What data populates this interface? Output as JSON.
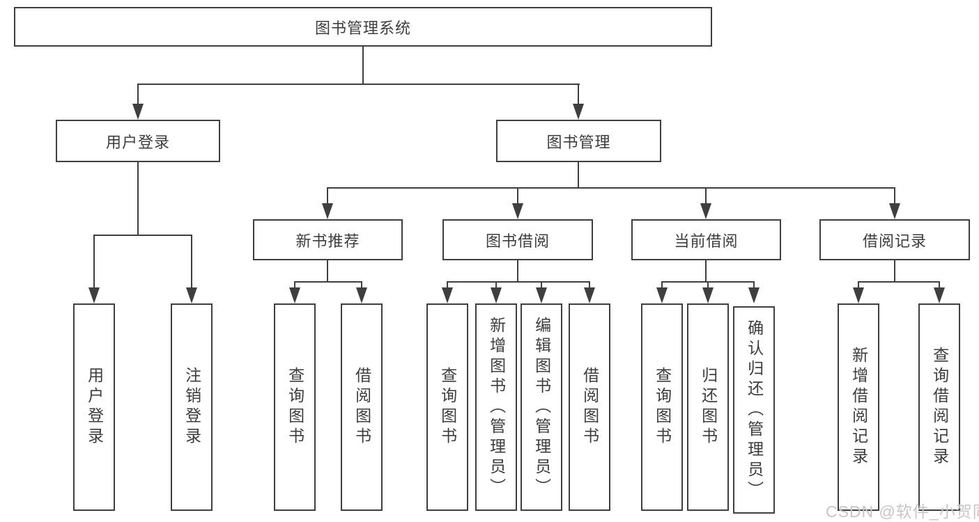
{
  "diagram": {
    "root": {
      "label": "图书管理系统"
    },
    "level2": {
      "user_login": {
        "label": "用户登录"
      },
      "book_mgmt": {
        "label": "图书管理"
      }
    },
    "level3": {
      "new_book": {
        "label": "新书推荐"
      },
      "borrowing": {
        "label": "图书借阅"
      },
      "current": {
        "label": "当前借阅"
      },
      "records": {
        "label": "借阅记录"
      }
    },
    "leaves": {
      "login": {
        "label": "用户登录"
      },
      "logout": {
        "label": "注销登录"
      },
      "nb_query": {
        "label": "查询图书"
      },
      "nb_borrow": {
        "label": "借阅图书"
      },
      "bb_query": {
        "label": "查询图书"
      },
      "bb_add": {
        "label": "新增图书（管理员）"
      },
      "bb_edit": {
        "label": "编辑图书（管理员）"
      },
      "bb_borrow": {
        "label": "借阅图书"
      },
      "cb_query": {
        "label": "查询图书"
      },
      "cb_return": {
        "label": "归还图书"
      },
      "cb_confirm": {
        "label": "确认归还（管理员）"
      },
      "br_add": {
        "label": "新增借阅记录"
      },
      "br_query": {
        "label": "查询借阅记录"
      }
    }
  },
  "watermark": {
    "text": "CSDN @软件_小贺同学"
  },
  "colors": {
    "line": "#3f3f3f",
    "text": "#3d3d3d",
    "background": "#ffffff",
    "watermark": "#c9c4c8"
  }
}
